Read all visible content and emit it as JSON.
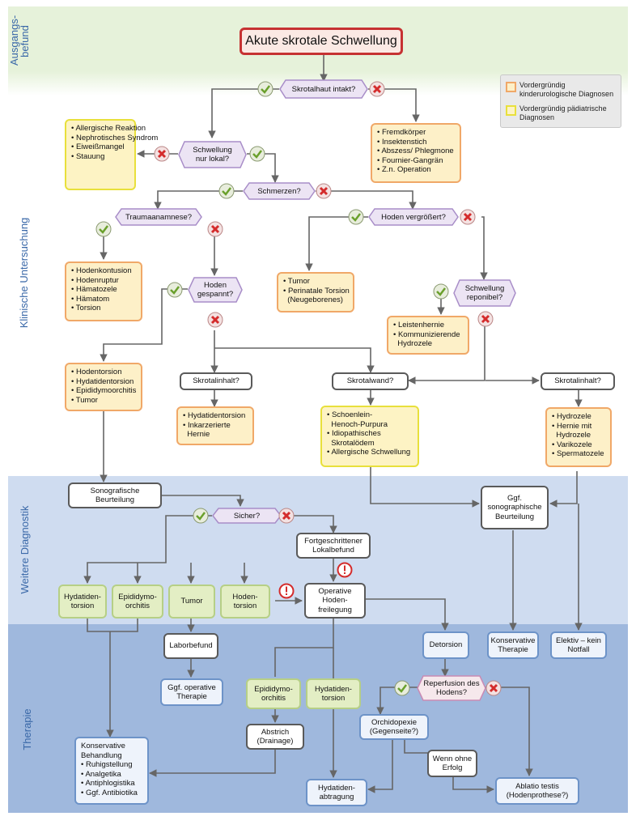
{
  "sections": {
    "befund": "Ausgangs-\nbefund",
    "klinik": "Klinische Untersuchung",
    "diagnostik": "Weitere Diagnostik",
    "therapie": "Therapie"
  },
  "colors": {
    "band_befund": "#e6f2da",
    "band_klinik": "#ffffff",
    "band_diagnostik": "#cfdcf0",
    "band_therapie": "#9fb8dd",
    "orange": "#f0a868",
    "yellow": "#e8e03c",
    "green_fill": "#e3eec4",
    "blue_border": "#6d93c8",
    "title_border": "#c63232"
  },
  "title": "Akute skrotale Schwellung",
  "legend": {
    "orange": "Vordergründig kinderurologische Diagnosen",
    "yellow": "Vordergründig pädiatrische Diagnosen"
  },
  "questions": {
    "q1": "Skrotalhaut intakt?",
    "q2": "Schwellung nur lokal?",
    "q3": "Schmerzen?",
    "q4": "Traumaanamnese?",
    "q5": "Hoden vergrößert?",
    "q6": "Hoden gespannt?",
    "q7": "Schwellung reponibel?",
    "q8": "Sicher?",
    "q9": "Reperfusion des Hodens?"
  },
  "lists": {
    "allergisch": [
      "• Allergische Reaktion",
      "• Nephrotisches Syndrom",
      "• Eiweißmangel",
      "• Stauung"
    ],
    "fremd": [
      "• Fremdkörper",
      "• Insektenstich",
      "• Abszess/ Phlegmone",
      "• Fournier-Gangrän",
      "• Z.n. Operation"
    ],
    "kontusion": [
      "• Hodenkontusion",
      "• Hodenruptur",
      "• Hämatozele",
      "• Hämatom",
      "• Torsion"
    ],
    "tumor": [
      "• Tumor",
      "• Perinatale Torsion",
      "  (Neugeborenes)"
    ],
    "leisten": [
      "• Leistenhernie",
      "• Kommunizierende",
      "  Hydrozele"
    ],
    "torsion": [
      "• Hodentorsion",
      "• Hydatidentorsion",
      "• Epididymoorchitis",
      "• Tumor"
    ],
    "hydatid": [
      "• Hydatidentorsion",
      "• Inkarzerierte",
      "  Hernie"
    ],
    "schoen": [
      "• Schoenlein-",
      "  Henoch-Purpura",
      "• Idiopathisches",
      "  Skrotalödem",
      "• Allergische Schwellung"
    ],
    "hydrozele": [
      "• Hydrozele",
      "• Hernie mit",
      "  Hydrozele",
      "• Varikozele",
      "• Spermatozele"
    ],
    "konservativ": [
      "Konservative",
      "Behandlung",
      "• Ruhigstellung",
      "• Analgetika",
      "• Antiphlogistika",
      "• Ggf. Antibiotika"
    ]
  },
  "boxes": {
    "skrotalinhalt1": "Skrotalinhalt?",
    "skrotalwand": "Skrotalwand?",
    "skrotalinhalt2": "Skrotalinhalt?",
    "sono": "Sonografische Beurteilung",
    "sono2": "Ggf. sonographische Beurteilung",
    "lokal": "Fortgeschrittener Lokalbefund",
    "g_hydatid": "Hydatiden-torsion",
    "g_epi": "Epididymo-orchitis",
    "g_tumor": "Tumor",
    "g_hoden": "Hoden-torsion",
    "opfrei": "Operative Hoden-freilegung",
    "labor": "Laborbefund",
    "ggfop": "Ggf. operative Therapie",
    "detorsion": "Detorsion",
    "konstherapie": "Konservative Therapie",
    "elektiv": "Elektiv – kein Notfall",
    "t_epi": "Epididymo-orchitis",
    "t_hyd": "Hydatiden-torsion",
    "abstrich": "Abstrich (Drainage)",
    "orchido": "Orchidopexie (Gegenseite?)",
    "wenn": "Wenn ohne Erfolg",
    "hydabt": "Hydatiden-abtragung",
    "ablatio": "Ablatio testis (Hodenprothese?)"
  },
  "icons": {
    "yes": "check-icon",
    "no": "cross-icon",
    "warn": "exclamation-icon"
  }
}
